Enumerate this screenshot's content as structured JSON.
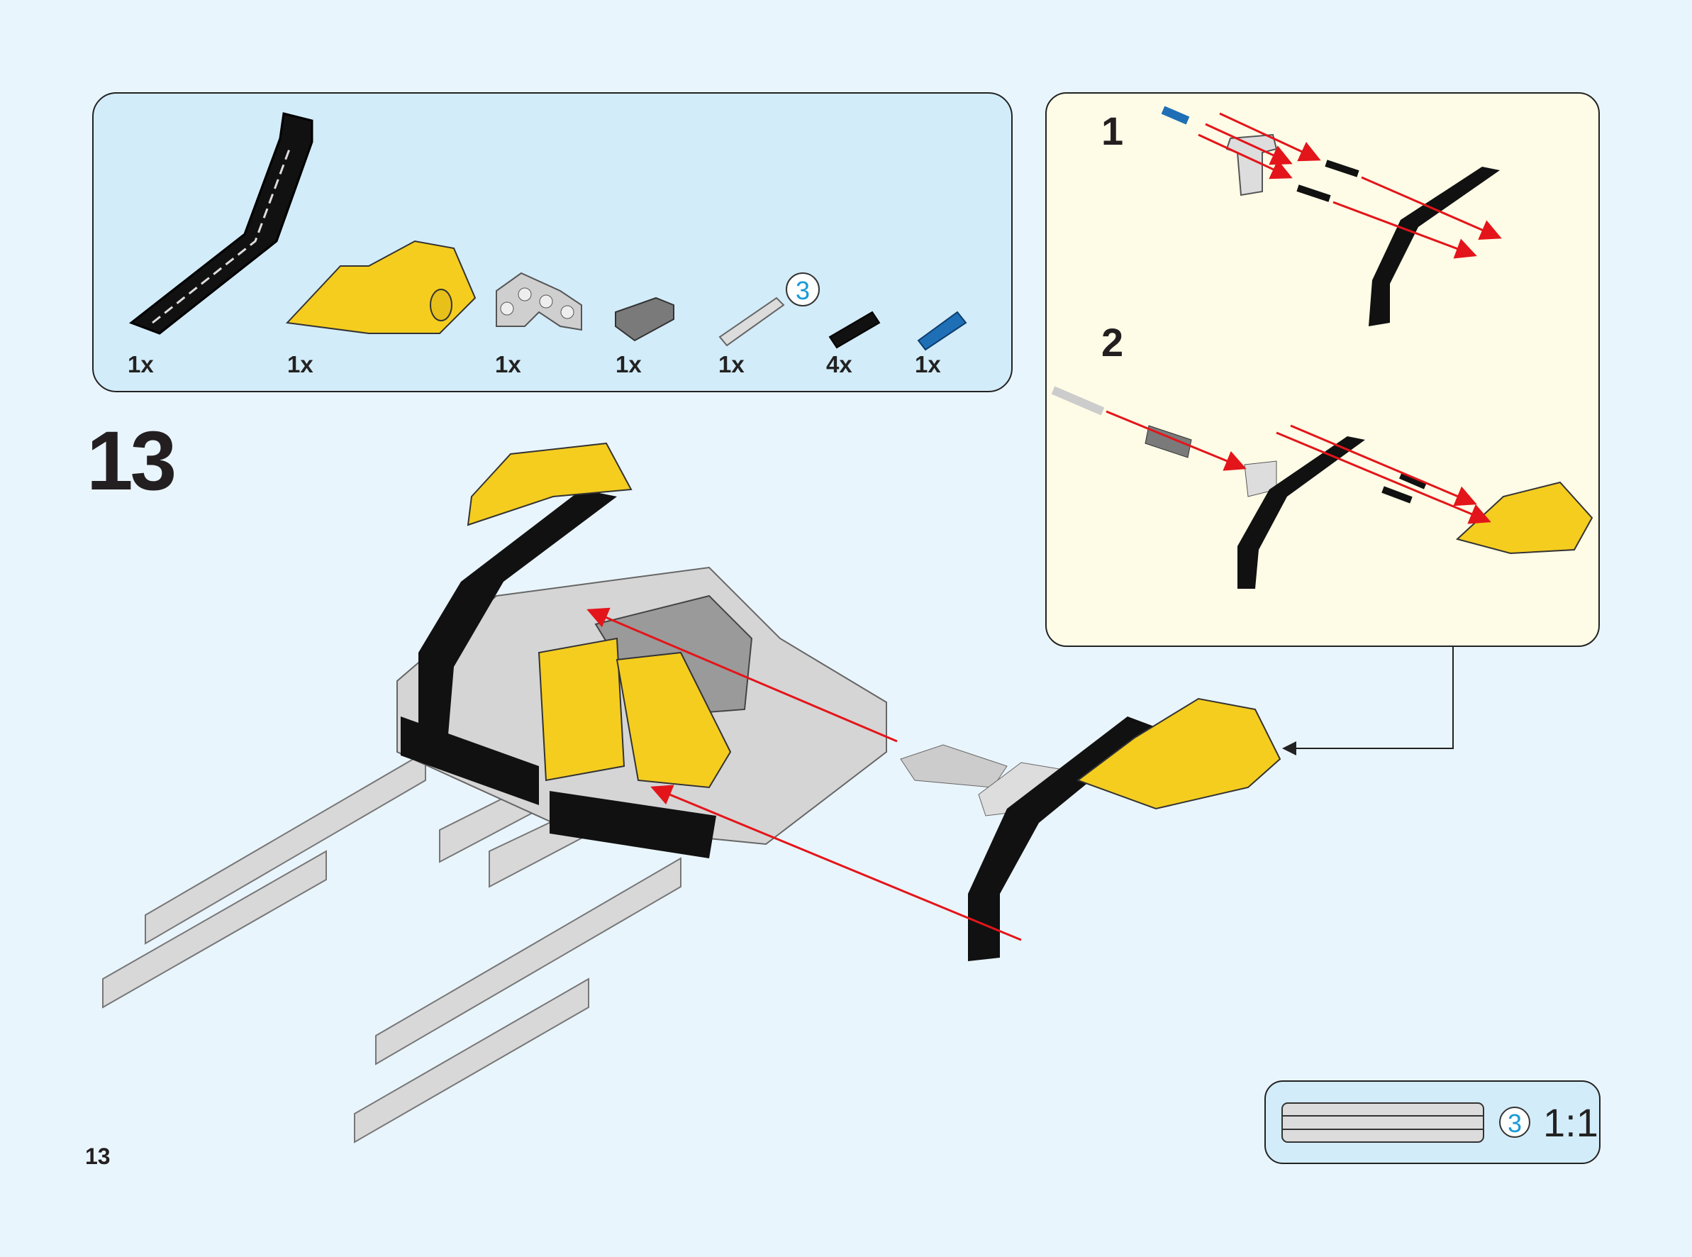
{
  "step": {
    "number": "13"
  },
  "page": {
    "number": "13"
  },
  "parts_list": {
    "items": [
      {
        "name": "black-bent-beam",
        "quantity": "1x",
        "color": "#111111"
      },
      {
        "name": "yellow-panel",
        "quantity": "1x",
        "color": "#f5cd1f"
      },
      {
        "name": "gray-t-beam",
        "quantity": "1x",
        "color": "#cfcfcf"
      },
      {
        "name": "dark-gray-axle-connector",
        "quantity": "1x",
        "color": "#7a7a7a"
      },
      {
        "name": "light-gray-axle",
        "quantity": "1x",
        "color": "#d9d9d9",
        "length_badge": "3"
      },
      {
        "name": "black-friction-pin",
        "quantity": "4x",
        "color": "#111111"
      },
      {
        "name": "blue-axle-pin",
        "quantity": "1x",
        "color": "#1f6fb6"
      }
    ]
  },
  "sub_assembly": {
    "steps": [
      {
        "number": "1"
      },
      {
        "number": "2"
      }
    ]
  },
  "scale_reference": {
    "length_badge": "3",
    "ratio": "1:1"
  },
  "colors": {
    "arrow": "#e3151a",
    "page_bg": "#e9f5fc",
    "parts_bg": "#d3ecf9",
    "sub_bg": "#fefce6",
    "badge_text": "#1a9ad6"
  }
}
